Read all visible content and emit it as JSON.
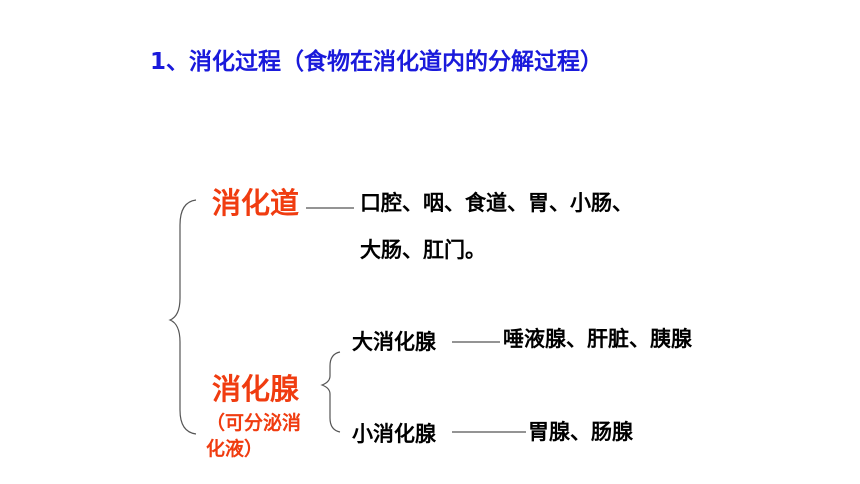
{
  "title": "1、消化过程（食物在消化道内的分解过程）",
  "tract": {
    "label": "消化道",
    "organs_line1": "口腔、咽、食道、胃、小肠、",
    "organs_line2": "大肠、肛门。"
  },
  "glands": {
    "label": "消化腺",
    "note_line1": "（可分泌消",
    "note_line2": "化液）",
    "large": {
      "label": "大消化腺",
      "items": "唾液腺、肝脏、胰腺"
    },
    "small": {
      "label": "小消化腺",
      "items": "胃腺、肠腺"
    }
  },
  "colors": {
    "title": "#1a1adb",
    "category": "#f03c10",
    "text": "#000000"
  }
}
